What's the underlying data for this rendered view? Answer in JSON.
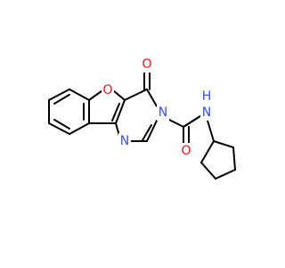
{
  "atoms": {
    "O_furan": {
      "label": "O",
      "color": "#FF0D0D"
    },
    "O_carbonyl_ring": {
      "label": "O",
      "color": "#FF0D0D"
    },
    "N_ring_3": {
      "label": "N",
      "color": "#3050F8"
    },
    "N_ring_1": {
      "label": "N",
      "color": "#3050F8"
    },
    "O_amide": {
      "label": "O",
      "color": "#FF0D0D"
    },
    "NH_amide": {
      "label": "N",
      "color": "#3050F8"
    },
    "H_amide": {
      "label": "H",
      "color": "#3050F8"
    }
  },
  "bond_color": "#000000"
}
